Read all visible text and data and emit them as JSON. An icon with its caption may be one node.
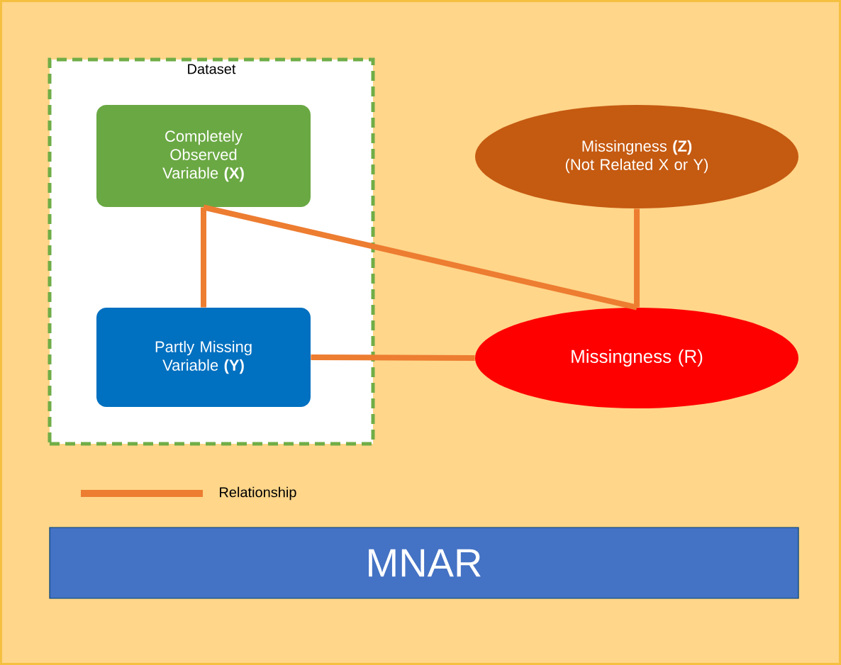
{
  "diagram": {
    "nodes": [
      {
        "text": [
          "Dataset"
        ]
      },
      {
        "text": [
          "Completely Observed Variable **(X)**"
        ],
        "in": 0
      },
      {
        "text": [
          "Partly Missing Variable **(Y)**"
        ],
        "in": 0
      },
      {
        "text": [
          "Missingness **(Z)** (Not Related X or Y)"
        ]
      },
      {
        "text": [
          "Missingness (R)"
        ]
      },
      {
        "text": [
          "MNAR"
        ]
      }
    ],
    "edges": [
      {
        "from": 1,
        "to": 2,
        "arrow": "none"
      },
      {
        "from": 1,
        "to": 4,
        "arrow": "none"
      },
      {
        "from": 2,
        "to": 4,
        "arrow": "none"
      },
      {
        "from": 3,
        "to": 4,
        "arrow": "none"
      }
    ],
    "legend": [
      {
        "text": "Relationship"
      }
    ]
  }
}
